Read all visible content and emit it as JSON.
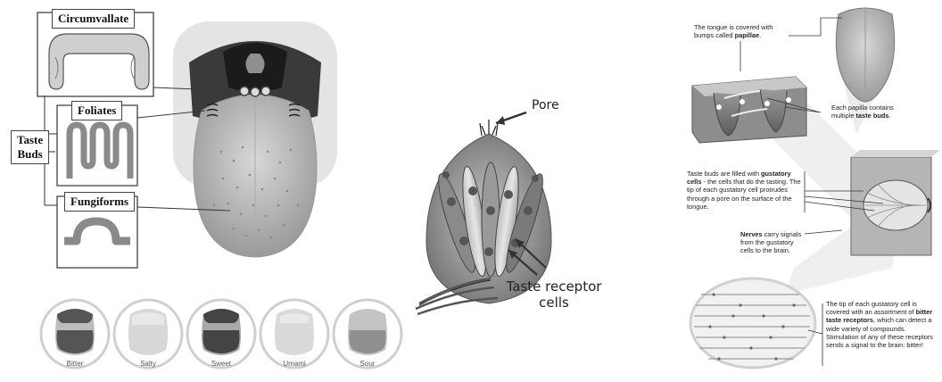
{
  "left_panel": {
    "labels": {
      "circumvallate": "Circumvallate",
      "foliates": "Foliates",
      "taste_buds_line1": "Taste",
      "taste_buds_line2": "Buds",
      "fungiforms": "Fungiforms"
    },
    "tastes": [
      "Bitter",
      "Salty",
      "Sweet",
      "Umami",
      "Sour"
    ]
  },
  "middle_panel": {
    "pore": "Pore",
    "receptor_line1": "Taste receptor",
    "receptor_line2": "cells"
  },
  "right_panel": {
    "note1": {
      "pre": "The tongue is covered with bumps called ",
      "bold": "papillae",
      "post": "."
    },
    "note2": {
      "pre": "Each papilla contains multiple ",
      "bold": "taste buds",
      "post": "."
    },
    "note3": {
      "pre": "Taste buds are filled with ",
      "bold": "gustatory cells",
      "post": " - the cells that do the tasting. The tip of each gustatory cell protrudes through a pore on the surface of the tongue."
    },
    "note4": {
      "bold": "Nerves",
      "post": " carry signals from the gustatory cells to the brain."
    },
    "note5": {
      "pre": "The tip of each gustatory cell is covered with an assortment of ",
      "bold": "bitter taste receptors",
      "post": ", which can detect a wide variety of compounds. Stimulation of any of these receptors sends a signal to the brain: bitter!"
    }
  }
}
